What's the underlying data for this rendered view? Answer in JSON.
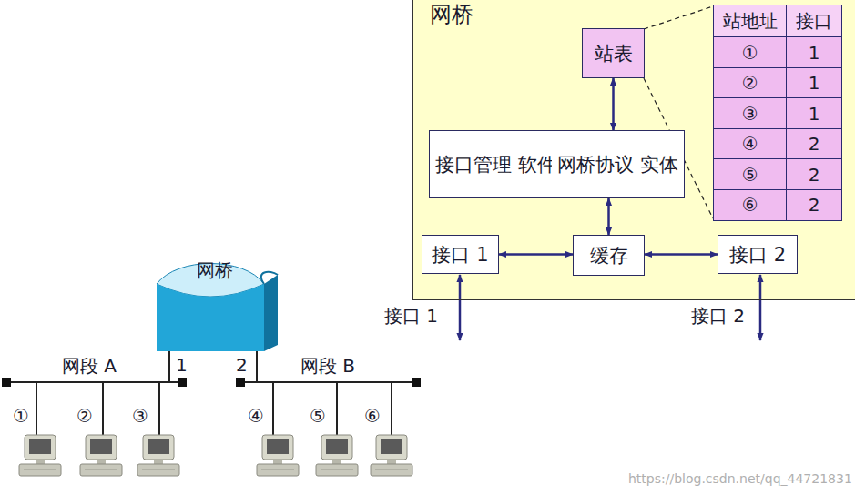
{
  "diagram": {
    "nodes": [
      {
        "text": [
          "网桥"
        ]
      },
      {
        "text": [
          "站表"
        ],
        "in": 0
      },
      {
        "text": [
          "接口管理 软件"
        ],
        "in": 0
      },
      {
        "text": [
          "网桥协议 实体"
        ],
        "in": 0
      },
      {
        "text": [
          "缓存"
        ],
        "in": 0
      },
      {
        "text": [
          "接口 1"
        ],
        "in": 0
      },
      {
        "text": [
          "接口 2"
        ],
        "in": 0
      }
    ],
    "edges": [
      {
        "from": 1,
        "to": 3,
        "arrow": "both"
      },
      {
        "from": 2,
        "to": 3,
        "arrow": "to"
      },
      {
        "from": 3,
        "to": 2,
        "arrow": "to"
      },
      {
        "from": 3,
        "to": 4,
        "arrow": "both"
      },
      {
        "from": 5,
        "to": 4,
        "arrow": "both"
      },
      {
        "from": 4,
        "to": 6,
        "arrow": "both"
      }
    ],
    "labels": [
      "站地址",
      "接口",
      "①",
      "1",
      "②",
      "1",
      "③",
      "1",
      "④",
      "2",
      "⑤",
      "2",
      "⑥",
      "2",
      "接口 1",
      "接口 2",
      "网桥",
      "网段 A",
      "1",
      "2",
      "网段 B",
      "①",
      "②",
      "③",
      "④",
      "⑤",
      "⑥",
      "https://blog.csdn.net/qq_44721831"
    ]
  }
}
